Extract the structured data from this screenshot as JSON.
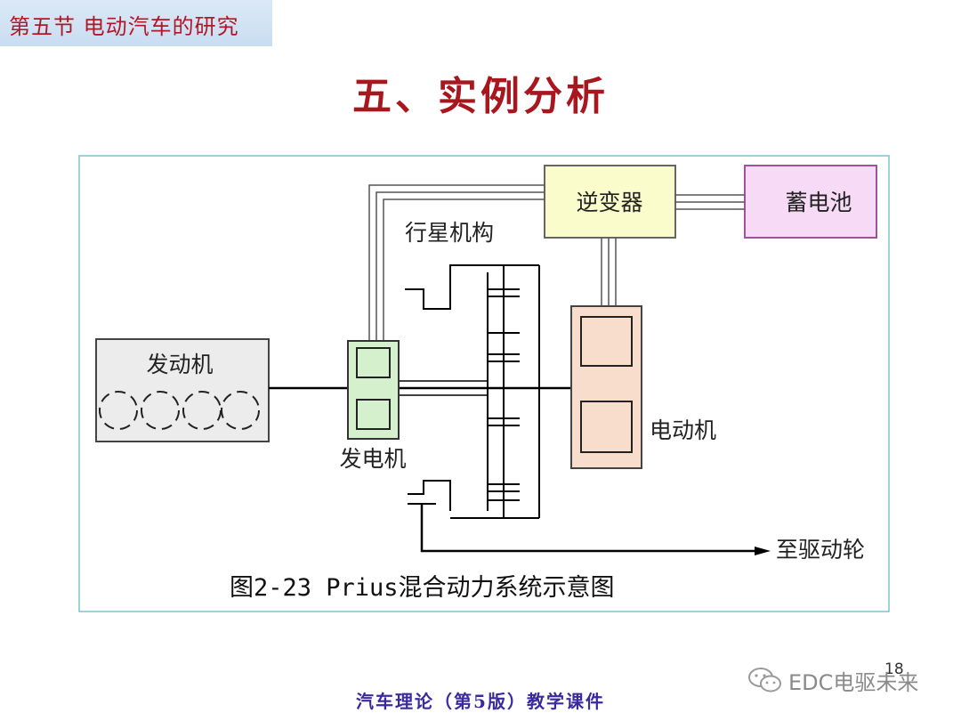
{
  "header": {
    "section": "第五节 电动汽车的研究"
  },
  "title": "五、实例分析",
  "diagram": {
    "labels": {
      "inverter": "逆变器",
      "battery": "蓄电池",
      "planetary": "行星机构",
      "engine": "发动机",
      "generator": "发电机",
      "motor": "电动机",
      "to_wheels": "至驱动轮"
    },
    "caption": "图2-23 Prius混合动力系统示意图",
    "colors": {
      "frame": "#7ac6cc",
      "inverter_fill": "#fafccc",
      "battery_fill": "#f6daf6",
      "battery_border": "#a0529a",
      "engine_fill": "#ececec",
      "generator_fill": "#d4f0cc",
      "motor_fill": "#f8dccc",
      "lines": "#000000"
    }
  },
  "footer": {
    "course": "汽车理论（第5版）教学课件",
    "page": "18"
  },
  "watermark": {
    "text": "EDC电驱未来",
    "icon": "wechat-icon"
  }
}
